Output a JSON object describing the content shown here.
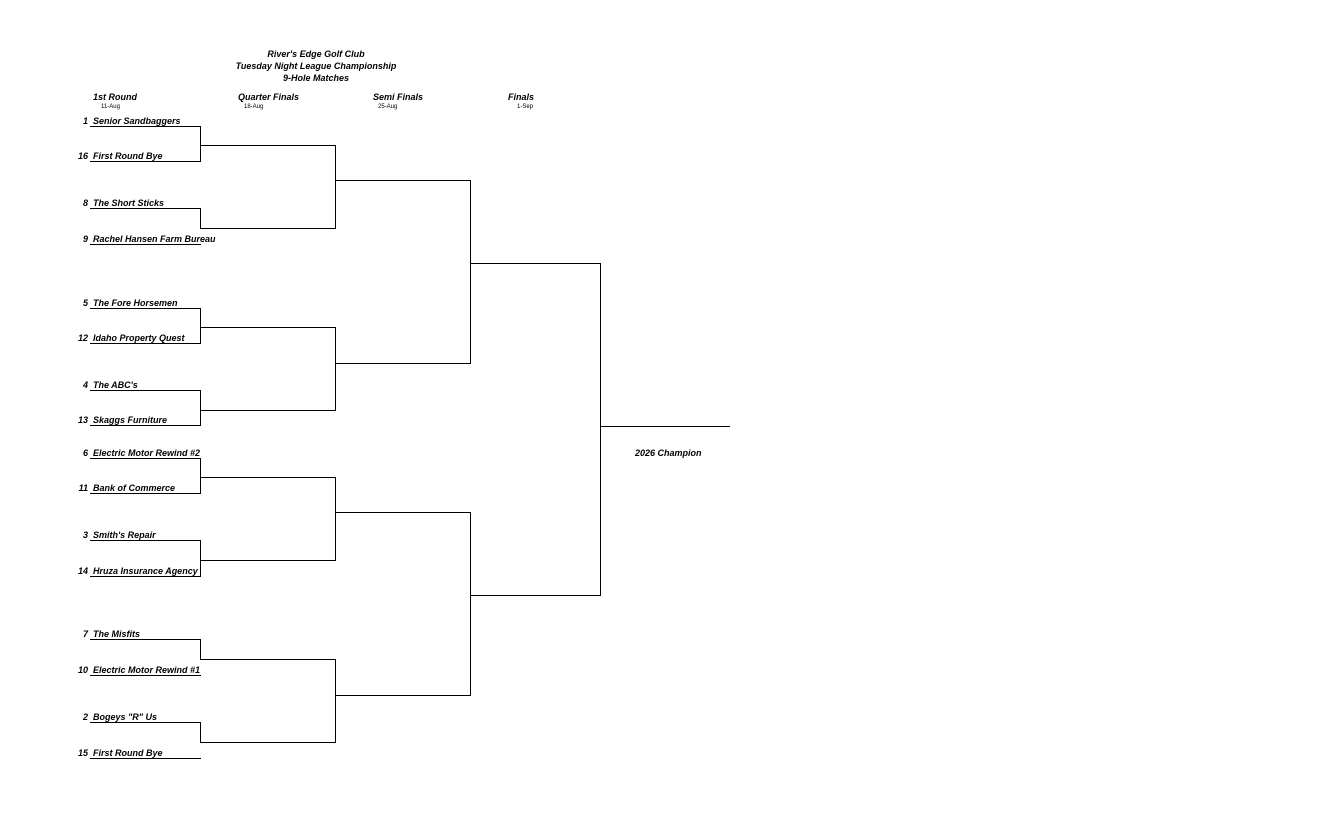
{
  "title": {
    "line1": "River's Edge Golf Club",
    "line2": "Tuesday Night League Championship",
    "line3": "9-Hole Matches"
  },
  "rounds": [
    {
      "name": "1st Round",
      "date": "11-Aug"
    },
    {
      "name": "Quarter Finals",
      "date": "18-Aug"
    },
    {
      "name": "Semi Finals",
      "date": "25-Aug"
    },
    {
      "name": "Finals",
      "date": "1-Sep"
    }
  ],
  "entries": [
    {
      "seed": "1",
      "team": "Senior Sandbaggers"
    },
    {
      "seed": "16",
      "team": "First Round Bye"
    },
    {
      "seed": "8",
      "team": "The Short Sticks"
    },
    {
      "seed": "9",
      "team": "Rachel Hansen Farm Bureau"
    },
    {
      "seed": "5",
      "team": "The Fore Horsemen"
    },
    {
      "seed": "12",
      "team": "Idaho Property Quest"
    },
    {
      "seed": "4",
      "team": "The ABC's"
    },
    {
      "seed": "13",
      "team": "Skaggs Furniture"
    },
    {
      "seed": "6",
      "team": "Electric Motor Rewind #2"
    },
    {
      "seed": "11",
      "team": "Bank of Commerce"
    },
    {
      "seed": "3",
      "team": "Smith's Repair"
    },
    {
      "seed": "14",
      "team": "Hruza Insurance Agency"
    },
    {
      "seed": "7",
      "team": "The Misfits"
    },
    {
      "seed": "10",
      "team": "Electric Motor Rewind #1"
    },
    {
      "seed": "2",
      "team": "Bogeys \"R\" Us"
    },
    {
      "seed": "15",
      "team": "First Round Bye"
    }
  ],
  "champion_label": "2026 Champion"
}
